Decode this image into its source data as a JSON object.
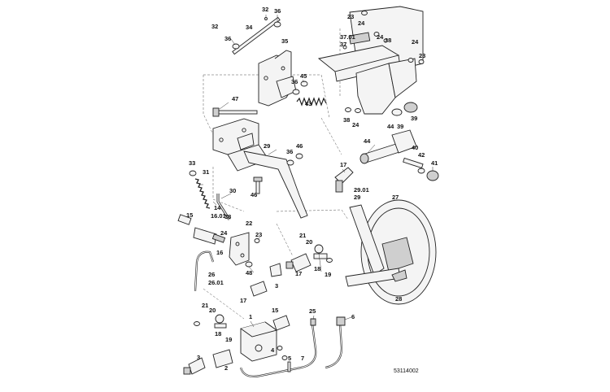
{
  "drawing": {
    "reference_number": "53114002"
  },
  "callouts": [
    {
      "id": "c-32-top",
      "text": "32"
    },
    {
      "id": "c-36-top",
      "text": "36"
    },
    {
      "id": "c-32",
      "text": "32"
    },
    {
      "id": "c-34",
      "text": "34"
    },
    {
      "id": "c-36-left",
      "text": "36"
    },
    {
      "id": "c-35",
      "text": "35"
    },
    {
      "id": "c-45",
      "text": "45"
    },
    {
      "id": "c-36-mid",
      "text": "36"
    },
    {
      "id": "c-47",
      "text": "47"
    },
    {
      "id": "c-43",
      "text": "43"
    },
    {
      "id": "c-23-tr",
      "text": "23"
    },
    {
      "id": "c-24-tr",
      "text": "24"
    },
    {
      "id": "c-37-01",
      "text": "37.01"
    },
    {
      "id": "c-37",
      "text": "37"
    },
    {
      "id": "c-24-a",
      "text": "24"
    },
    {
      "id": "c-38-a",
      "text": "38"
    },
    {
      "id": "c-24-right",
      "text": "24"
    },
    {
      "id": "c-23-right",
      "text": "23"
    },
    {
      "id": "c-38-b",
      "text": "38"
    },
    {
      "id": "c-24-b",
      "text": "24"
    },
    {
      "id": "c-44-a",
      "text": "44"
    },
    {
      "id": "c-39-a",
      "text": "39"
    },
    {
      "id": "c-39-b",
      "text": "39"
    },
    {
      "id": "c-44-b",
      "text": "44"
    },
    {
      "id": "c-40",
      "text": "40"
    },
    {
      "id": "c-42",
      "text": "42"
    },
    {
      "id": "c-41",
      "text": "41"
    },
    {
      "id": "c-29",
      "text": "29"
    },
    {
      "id": "c-36-c",
      "text": "36"
    },
    {
      "id": "c-46-a",
      "text": "46"
    },
    {
      "id": "c-33",
      "text": "33"
    },
    {
      "id": "c-31",
      "text": "31"
    },
    {
      "id": "c-30",
      "text": "30"
    },
    {
      "id": "c-46-b",
      "text": "46"
    },
    {
      "id": "c-17-a",
      "text": "17"
    },
    {
      "id": "c-29-01",
      "text": "29.01"
    },
    {
      "id": "c-29-b",
      "text": "29"
    },
    {
      "id": "c-27",
      "text": "27"
    },
    {
      "id": "c-14",
      "text": "14"
    },
    {
      "id": "c-16-01",
      "text": "16.01"
    },
    {
      "id": "c-38-c",
      "text": "38"
    },
    {
      "id": "c-22",
      "text": "22"
    },
    {
      "id": "c-15-a",
      "text": "15"
    },
    {
      "id": "c-24-c",
      "text": "24"
    },
    {
      "id": "c-23-c",
      "text": "23"
    },
    {
      "id": "c-16",
      "text": "16"
    },
    {
      "id": "c-21-a",
      "text": "21"
    },
    {
      "id": "c-20-a",
      "text": "20"
    },
    {
      "id": "c-48",
      "text": "48"
    },
    {
      "id": "c-17-b",
      "text": "17"
    },
    {
      "id": "c-18-a",
      "text": "18"
    },
    {
      "id": "c-19-a",
      "text": "19"
    },
    {
      "id": "c-26",
      "text": "26"
    },
    {
      "id": "c-26-01",
      "text": "26.01"
    },
    {
      "id": "c-3-a",
      "text": "3"
    },
    {
      "id": "c-17-c",
      "text": "17"
    },
    {
      "id": "c-28",
      "text": "28"
    },
    {
      "id": "c-21-b",
      "text": "21"
    },
    {
      "id": "c-20-b",
      "text": "20"
    },
    {
      "id": "c-1",
      "text": "1"
    },
    {
      "id": "c-15-b",
      "text": "15"
    },
    {
      "id": "c-25",
      "text": "25"
    },
    {
      "id": "c-6",
      "text": "6"
    },
    {
      "id": "c-18-b",
      "text": "18"
    },
    {
      "id": "c-19-b",
      "text": "19"
    },
    {
      "id": "c-4",
      "text": "4"
    },
    {
      "id": "c-5",
      "text": "5"
    },
    {
      "id": "c-7",
      "text": "7"
    },
    {
      "id": "c-3-b",
      "text": "3"
    },
    {
      "id": "c-2",
      "text": "2"
    }
  ]
}
